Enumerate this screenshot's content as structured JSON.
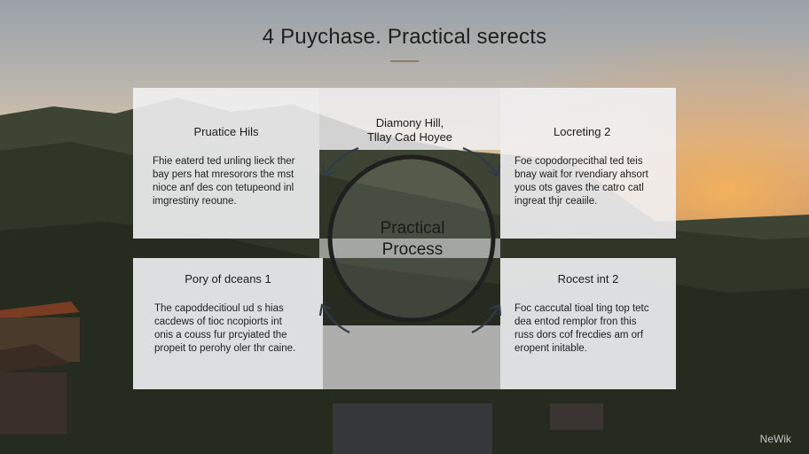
{
  "title": "4 Puychase. Practical serects",
  "center": {
    "line1": "Practical",
    "line2": "Process"
  },
  "top_center": {
    "line1": "Diamony Hill,",
    "line2": "Tllay Cad Hoyee"
  },
  "cards": [
    {
      "title": "Pruatice Hils",
      "lines": [
        "Fhie eaterd ted unling lieck ther",
        "bay pers hat mresorors the mst",
        "nioce anf des con tetupeond inl",
        "imgrestiny reoune."
      ]
    },
    {
      "title": "Locreting 2",
      "lines": [
        "Foe copodorpecithal ted teis",
        "bnay wait for rvendiary ahsort",
        "yous ots gaves the catro catl",
        "ingreat thjr ceaiile."
      ]
    },
    {
      "title": "Pory of dceans 1",
      "lines": [
        "The capoddecitioul ud s hias",
        "cacdews of tioc ncopiorts int",
        "onis a couss fur prcyiated the",
        "propeit to perohy oler thr caine."
      ]
    },
    {
      "title": "Rocest int 2",
      "lines": [
        "Foc caccutal tioal ting top tetc",
        "dea entod remplor fron this",
        "russ dors cof frecdies am orf",
        "eropent initable."
      ]
    }
  ],
  "watermark": "NeWik",
  "colors": {
    "card": "#f2f2f4",
    "ring": "#1f1f1f",
    "arrow": "#2f3a4a",
    "text": "#1e1e1e"
  }
}
